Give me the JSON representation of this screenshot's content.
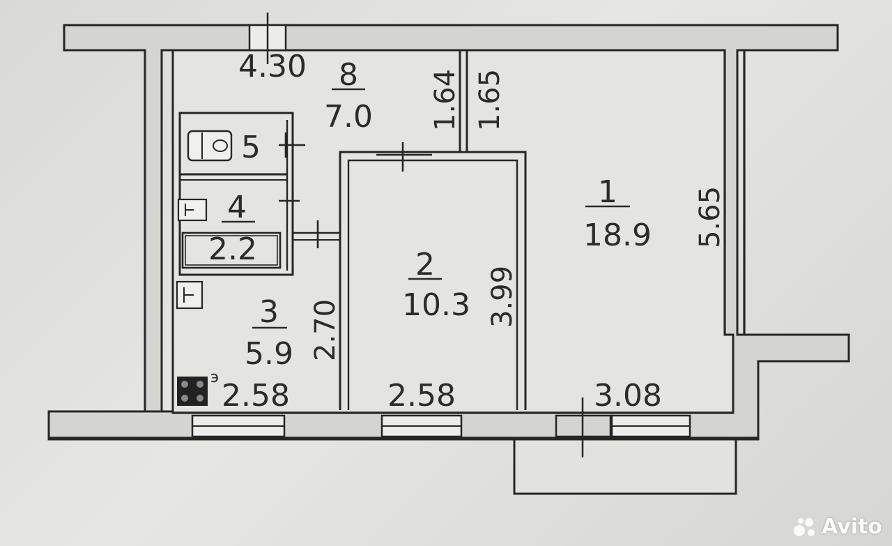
{
  "rooms": [
    {
      "id": "1",
      "area": "18.9"
    },
    {
      "id": "2",
      "area": "10.3"
    },
    {
      "id": "3",
      "area": "5.9"
    },
    {
      "id": "4",
      "area": "2.2"
    },
    {
      "id": "5",
      "area": ""
    },
    {
      "id": "8",
      "area": "7.0"
    }
  ],
  "dimensions": {
    "top_width": "4.30",
    "corridor_left": "1.64",
    "corridor_right": "1.65",
    "room1_height": "5.65",
    "room2_height": "3.99",
    "room3_height": "2.70",
    "bottom_room3": "2.58",
    "bottom_room2": "2.58",
    "bottom_room1": "3.08"
  },
  "stove_mark": "э",
  "watermark": "Avito"
}
